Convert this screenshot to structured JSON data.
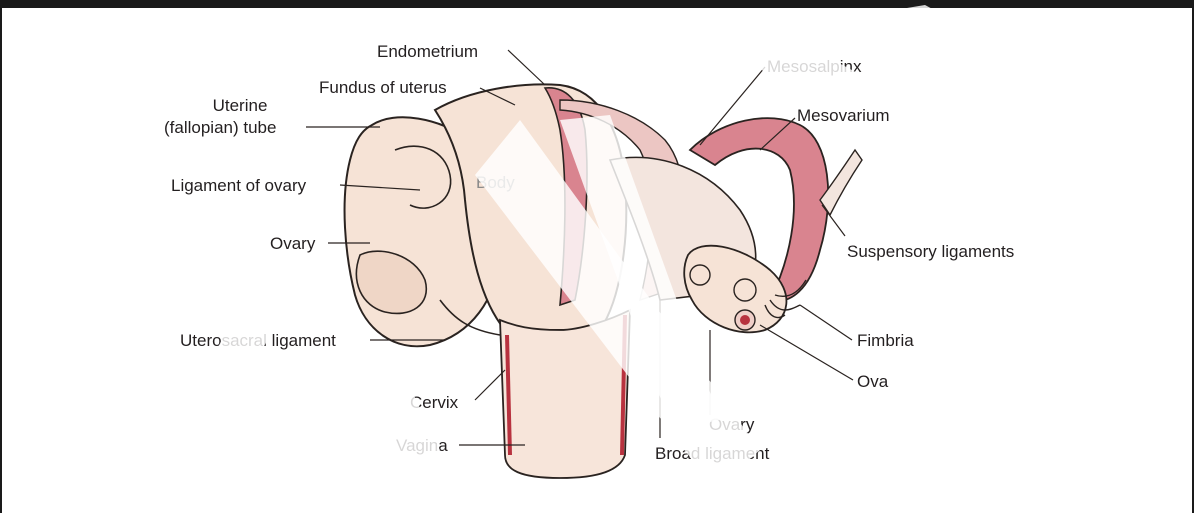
{
  "colors": {
    "tissue_pink": "#d9848f",
    "tissue_light": "#f6e3d6",
    "tissue_red": "#b8323f",
    "outline": "#2a2320",
    "watermark": "#ffffff"
  },
  "labels": {
    "endometrium": "Endometrium",
    "fundus": "Fundus of uterus",
    "uterine_tube_1": "Uterine",
    "uterine_tube_2": "(fallopian) tube",
    "ligament_of_ovary": "Ligament of ovary",
    "body": "Body",
    "ovary_left": "Ovary",
    "uterosacral": "Uterosacral ligament",
    "cervix": "Cervix",
    "vagina": "Vagina",
    "mesosalpinx": "Mesosalpinx",
    "mesovarium": "Mesovarium",
    "suspensory": "Suspensory ligaments",
    "fimbria": "Fimbria",
    "ova": "Ova",
    "ovary_right": "Ovary",
    "broad_ligament": "Broad ligament"
  }
}
